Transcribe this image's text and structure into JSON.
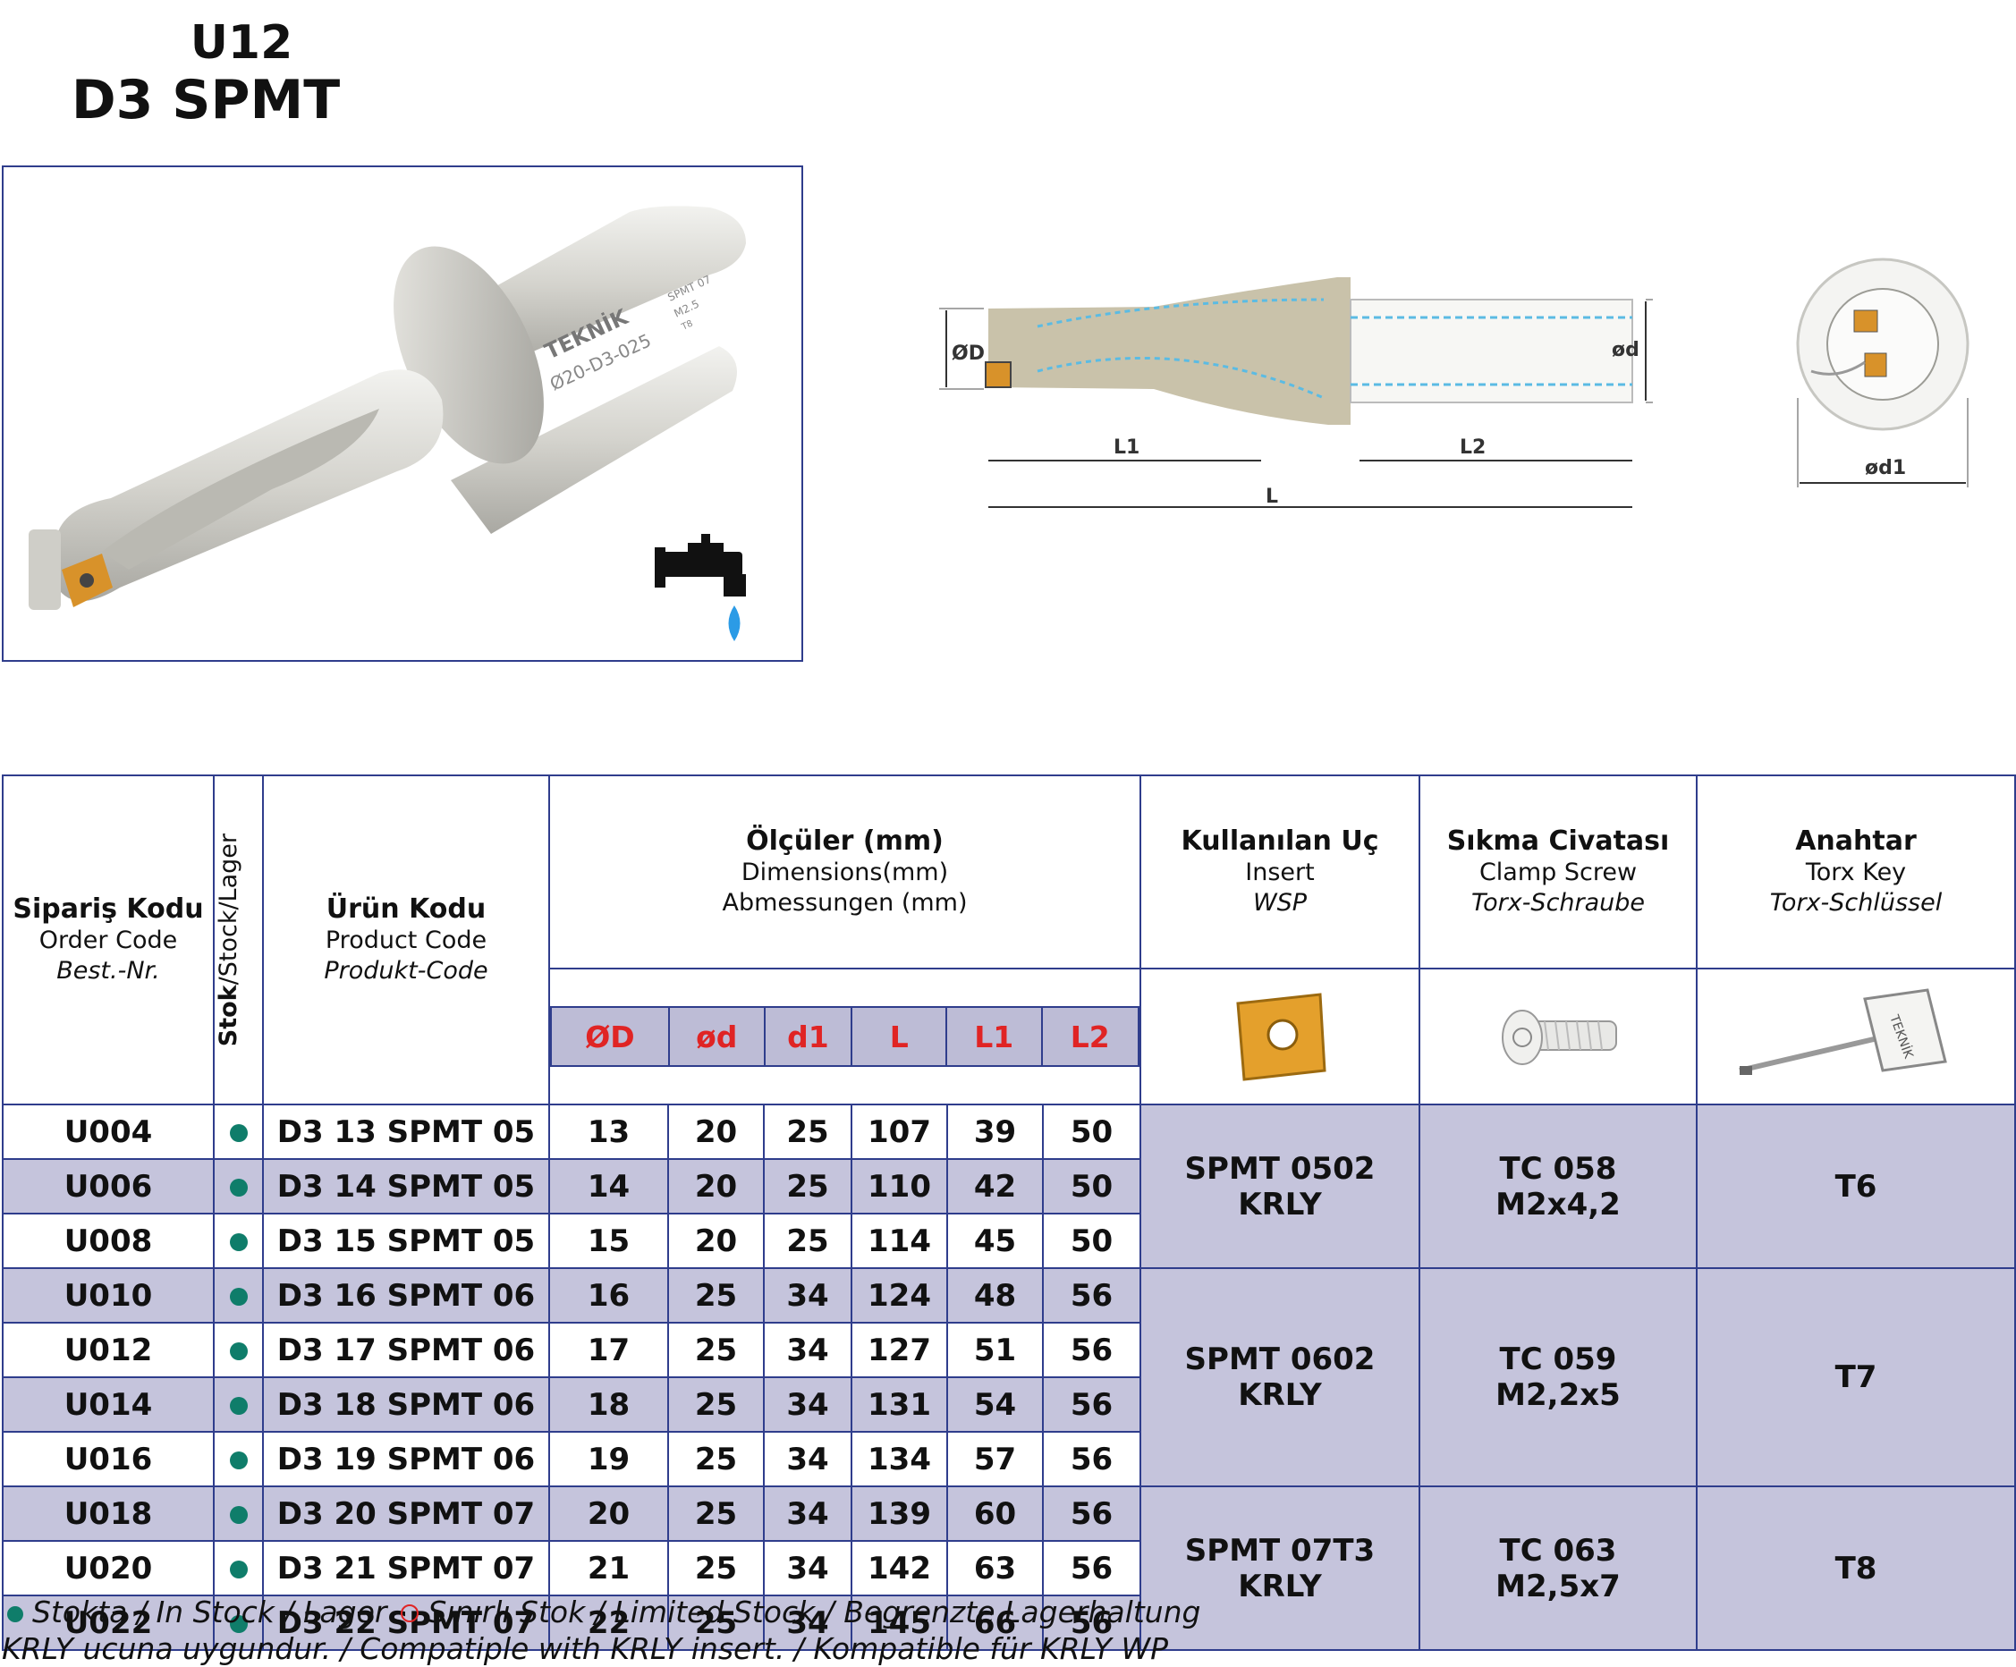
{
  "header": {
    "line1": "U12",
    "line2": "D3 SPMT"
  },
  "photo": {
    "brand": "TEKNİK",
    "engraving": "Ø20-D3-025",
    "engraving2": "SPMT 07",
    "engraving3": "M2.5",
    "engraving4": "T8"
  },
  "drawing": {
    "labels": {
      "D": "ØD",
      "d": "ød",
      "L1": "L1",
      "L2": "L2",
      "L": "L",
      "d1": "ød1"
    }
  },
  "table": {
    "col_order": {
      "tr": "Sipariş Kodu",
      "en": "Order Code",
      "de": "Best.-Nr."
    },
    "col_stock": {
      "tr": "Stok",
      "rest": "/Stock/Lager"
    },
    "col_product": {
      "tr": "Ürün Kodu",
      "en": "Product Code",
      "de": "Produkt-Code"
    },
    "col_dims": {
      "tr": "Ölçüler (mm)",
      "en": "Dimensions(mm)",
      "de": "Abmessungen (mm)"
    },
    "col_insert": {
      "tr": "Kullanılan Uç",
      "en": "Insert",
      "de": "WSP"
    },
    "col_screw": {
      "tr": "Sıkma Civatası",
      "en": "Clamp Screw",
      "de": "Torx-Schraube"
    },
    "col_key": {
      "tr": "Anahtar",
      "en": "Torx Key",
      "de": "Torx-Schlüssel"
    },
    "dim_headers": [
      "ØD",
      "ød",
      "d1",
      "L",
      "L1",
      "L2"
    ],
    "key_brand": "TEKNİK",
    "rows": [
      {
        "order": "U004",
        "product": "D3 13 SPMT 05",
        "D": "13",
        "d": "20",
        "d1": "25",
        "L": "107",
        "L1": "39",
        "L2": "50"
      },
      {
        "order": "U006",
        "product": "D3 14 SPMT 05",
        "D": "14",
        "d": "20",
        "d1": "25",
        "L": "110",
        "L1": "42",
        "L2": "50"
      },
      {
        "order": "U008",
        "product": "D3 15 SPMT 05",
        "D": "15",
        "d": "20",
        "d1": "25",
        "L": "114",
        "L1": "45",
        "L2": "50"
      },
      {
        "order": "U010",
        "product": "D3 16 SPMT 06",
        "D": "16",
        "d": "25",
        "d1": "34",
        "L": "124",
        "L1": "48",
        "L2": "56"
      },
      {
        "order": "U012",
        "product": "D3 17 SPMT 06",
        "D": "17",
        "d": "25",
        "d1": "34",
        "L": "127",
        "L1": "51",
        "L2": "56"
      },
      {
        "order": "U014",
        "product": "D3 18 SPMT 06",
        "D": "18",
        "d": "25",
        "d1": "34",
        "L": "131",
        "L1": "54",
        "L2": "56"
      },
      {
        "order": "U016",
        "product": "D3 19 SPMT 06",
        "D": "19",
        "d": "25",
        "d1": "34",
        "L": "134",
        "L1": "57",
        "L2": "56"
      },
      {
        "order": "U018",
        "product": "D3 20 SPMT 07",
        "D": "20",
        "d": "25",
        "d1": "34",
        "L": "139",
        "L1": "60",
        "L2": "56"
      },
      {
        "order": "U020",
        "product": "D3 21 SPMT 07",
        "D": "21",
        "d": "25",
        "d1": "34",
        "L": "142",
        "L1": "63",
        "L2": "56"
      },
      {
        "order": "U022",
        "product": "D3 22 SPMT 07",
        "D": "22",
        "d": "25",
        "d1": "34",
        "L": "145",
        "L1": "66",
        "L2": "56"
      }
    ],
    "groups": [
      {
        "insert1": "SPMT 0502",
        "insert2": "KRLY",
        "screw1": "TC 058",
        "screw2": "M2x4,2",
        "key": "T6"
      },
      {
        "insert1": "SPMT 0602",
        "insert2": "KRLY",
        "screw1": "TC 059",
        "screw2": "M2,2x5",
        "key": "T7"
      },
      {
        "insert1": "SPMT 07T3",
        "insert2": "KRLY",
        "screw1": "TC 063",
        "screw2": "M2,5x7",
        "key": "T8"
      }
    ]
  },
  "footer": {
    "in_stock": "Stokta / In Stock / Lager",
    "limited": "Sınırlı Stok / Limited Stock / Begrenzte Lagerhaltung",
    "note": "KRLY ucuna uygundur. / Compatiple with KRLY insert. / Kompatible für KRLY WP"
  },
  "colors": {
    "frame": "#2f3d8c",
    "shade": "#c5c4dc",
    "stock_dot": "#0f7d6a",
    "limited_ring": "#e02424",
    "dim_header_text": "#e02424"
  }
}
